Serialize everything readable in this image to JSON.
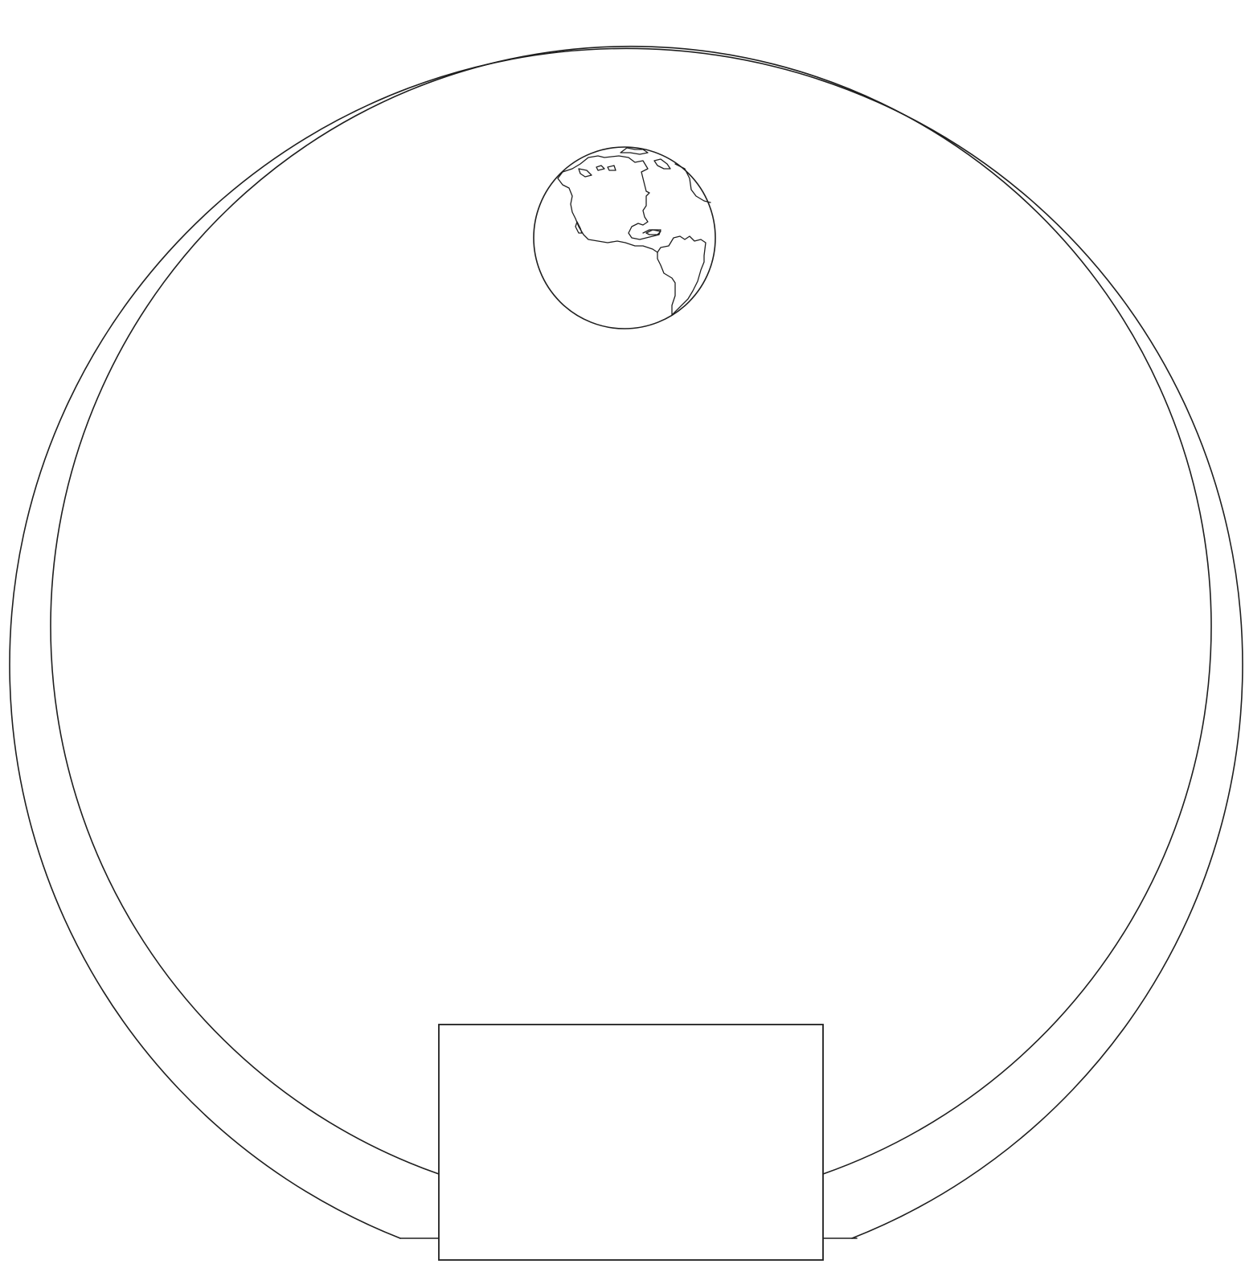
{
  "diagram": {
    "background": "#ffffff",
    "line_color": "#1e1e1e",
    "elements": [
      {
        "name": "outer-ring",
        "shape": "circle outline"
      },
      {
        "name": "inner-ring",
        "shape": "circle outline"
      },
      {
        "name": "globe-icon",
        "icon": "globe-americas"
      },
      {
        "name": "base-plate",
        "shape": "rectangle"
      }
    ]
  }
}
